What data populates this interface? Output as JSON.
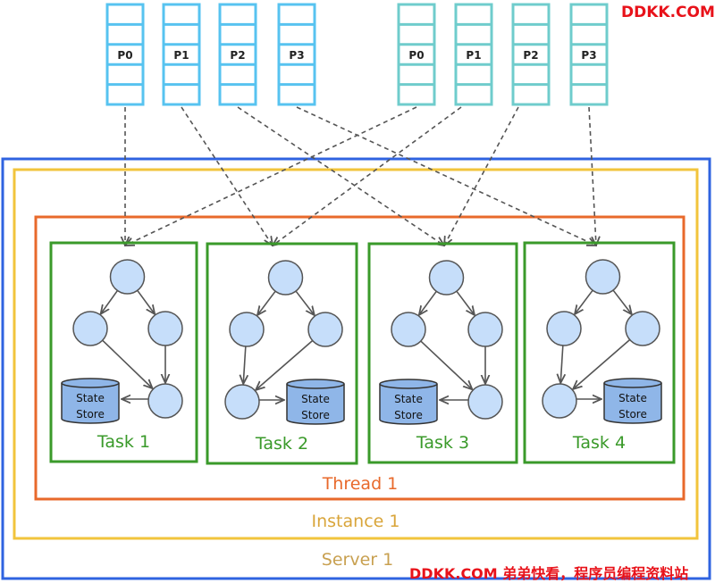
{
  "watermark_top": "DDKK.COM",
  "watermark_bottom": "DDKK.COM 弟弟快看，程序员编程资料站",
  "server_label": "Server 1",
  "instance_label": "Instance 1",
  "thread_label": "Thread 1",
  "topic_a": {
    "color": "#57c3f0",
    "partitions": [
      "P0",
      "P1",
      "P2",
      "P3"
    ]
  },
  "topic_b": {
    "color": "#6fcccc",
    "partitions": [
      "P0",
      "P1",
      "P2",
      "P3"
    ]
  },
  "tasks": [
    {
      "label": "Task 1",
      "state_label": [
        "State",
        "Store"
      ]
    },
    {
      "label": "Task 2",
      "state_label": [
        "State",
        "Store"
      ]
    },
    {
      "label": "Task 3",
      "state_label": [
        "State",
        "Store"
      ]
    },
    {
      "label": "Task 4",
      "state_label": [
        "State",
        "Store"
      ]
    }
  ],
  "colors": {
    "server": "#2f63e0",
    "instance": "#f2c43c",
    "thread": "#e8692b",
    "task": "#3a9a2a",
    "node": "#c6defa",
    "store": "#8fb6e8",
    "watermark": "#e8121a"
  }
}
